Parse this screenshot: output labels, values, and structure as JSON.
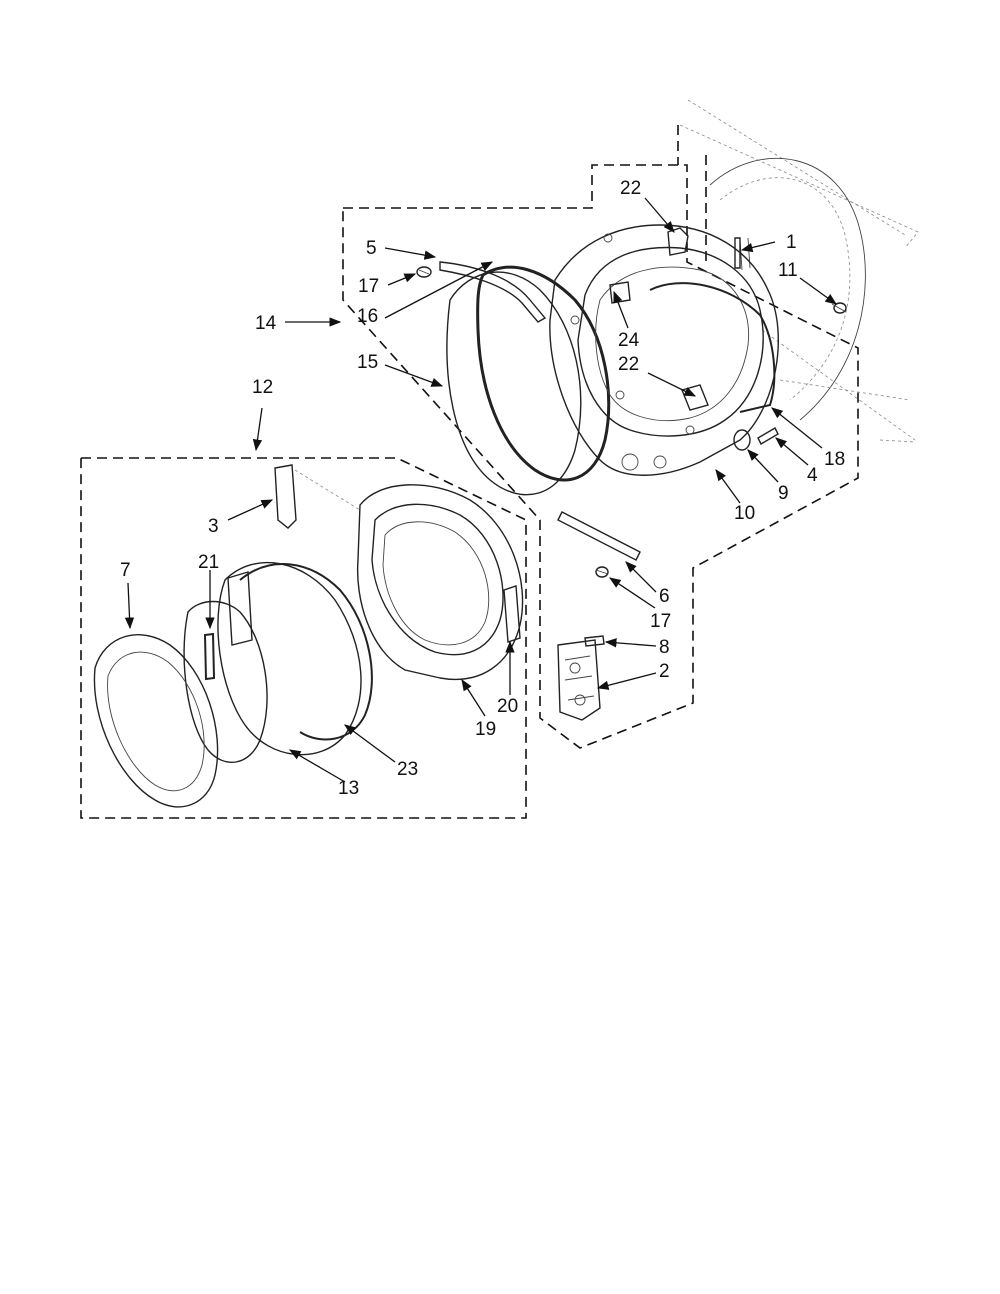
{
  "callouts": {
    "c1": "1",
    "c2": "2",
    "c3": "3",
    "c4": "4",
    "c5": "5",
    "c6": "6",
    "c7": "7",
    "c8": "8",
    "c9": "9",
    "c10": "10",
    "c11": "11",
    "c12": "12",
    "c13": "13",
    "c14": "14",
    "c15": "15",
    "c16": "16",
    "c17a": "17",
    "c17b": "17",
    "c18": "18",
    "c19": "19",
    "c20": "20",
    "c21": "21",
    "c22a": "22",
    "c22b": "22",
    "c23": "23",
    "c24": "24"
  },
  "colors": {
    "line": "#222222",
    "background": "#ffffff"
  }
}
